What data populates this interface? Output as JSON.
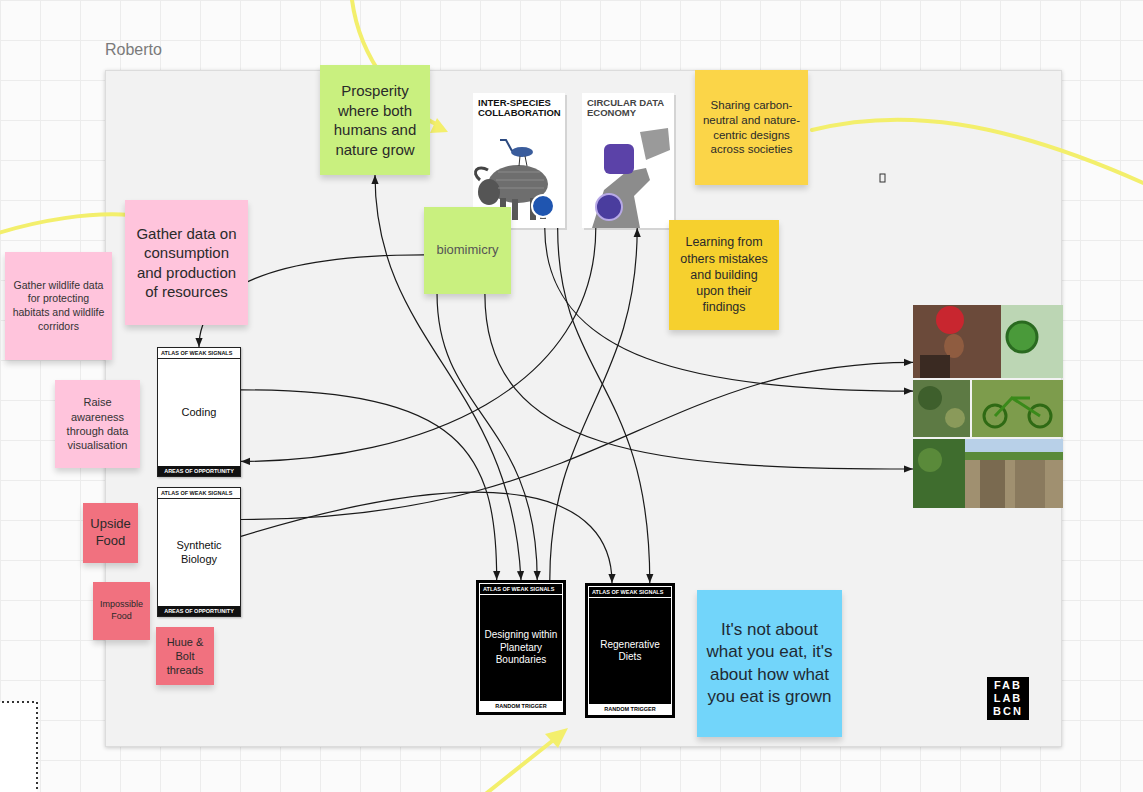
{
  "diagram": {
    "nodes": [
      {
        "text": [
          "Roberto"
        ]
      },
      {
        "text": [
          "Prosperity where both humans and nature grow"
        ]
      },
      {
        "text": [
          "INTER-SPECIES COLLABORATION"
        ],
        "in": 0
      },
      {
        "text": [
          "CIRCULAR DATA ECONOMY"
        ],
        "in": 0
      },
      {
        "text": [
          "Sharing carbon-neutral and nature-centric designs across societies"
        ],
        "in": 0
      },
      {
        "text": [
          "Gather data on consumption and production of resources"
        ],
        "in": 0
      },
      {
        "text": [
          "biomimicry"
        ],
        "in": 0
      },
      {
        "text": [
          "Learning from others mistakes and building upon their findings"
        ],
        "in": 0
      },
      {
        "text": [
          "Gather wildlife data for protecting habitats and wildlife corridors"
        ]
      },
      {
        "text": [
          "ATLAS OF WEAK SIGNALS",
          "Coding",
          "AREAS OF OPPORTUNITY"
        ],
        "in": 0
      },
      {
        "text": [
          "Raise awareness through data visualisation"
        ]
      },
      {
        "text": [
          "ATLAS OF WEAK SIGNALS",
          "Synthetic Biology",
          "AREAS OF OPPORTUNITY"
        ],
        "in": 0
      },
      {
        "text": [
          "Upside Food"
        ]
      },
      {
        "text": [
          "Impossible Food"
        ]
      },
      {
        "text": [
          "Huue & Bolt threads"
        ],
        "in": 0
      },
      {
        "text": [
          "ATLAS OF WEAK SIGNALS",
          "Designing within Planetary Boundaries",
          "RANDOM TRIGGER"
        ],
        "in": 0
      },
      {
        "text": [
          "ATLAS OF WEAK SIGNALS",
          "Regenerative Diets",
          "RANDOM TRIGGER"
        ],
        "in": 0
      },
      {
        "text": [
          "It's not about what you eat, it's about how what you eat is grown"
        ],
        "in": 0
      },
      {
        "text": [],
        "in": 0
      }
    ],
    "edges": [
      {
        "from": 1,
        "to": 15,
        "arrow": "both"
      },
      {
        "from": 9,
        "to": 15,
        "arrow": "to"
      },
      {
        "from": 6,
        "to": 15,
        "arrow": "to"
      },
      {
        "from": 15,
        "to": 3,
        "arrow": "to"
      },
      {
        "from": 3,
        "to": 9,
        "arrow": "to"
      },
      {
        "from": 6,
        "to": 9,
        "arrow": "to"
      },
      {
        "from": 2,
        "to": 18,
        "arrow": "to"
      },
      {
        "from": 2,
        "to": 16,
        "arrow": "to"
      },
      {
        "from": 6,
        "to": 18,
        "arrow": "to"
      },
      {
        "from": 11,
        "to": 18,
        "arrow": "to"
      },
      {
        "from": 11,
        "to": 16,
        "arrow": "to"
      }
    ],
    "labels": [
      "FAB LAB BCN"
    ]
  }
}
